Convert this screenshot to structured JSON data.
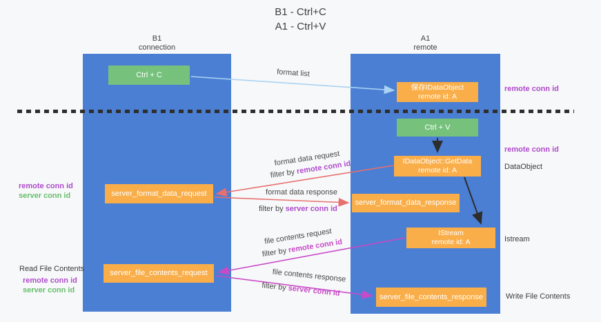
{
  "title": {
    "line1": "B1 - Ctrl+C",
    "line2": "A1 - Ctrl+V"
  },
  "lanes": {
    "left": {
      "name": "B1",
      "role": "connection"
    },
    "right": {
      "name": "A1",
      "role": "remote"
    }
  },
  "nodes": {
    "ctrl_c": {
      "label": "Ctrl + C"
    },
    "ctrl_v": {
      "label": "Ctrl + V"
    },
    "save_idataobject": {
      "line1": "保存IDataObject",
      "line2": "remote id: A"
    },
    "idataobject_getdata": {
      "line1": "IDataObject::GetData",
      "line2": "remote id: A"
    },
    "istream": {
      "line1": "IStream",
      "line2": "remote id: A"
    },
    "server_format_data_request": {
      "label": "server_format_data_request"
    },
    "server_format_data_response": {
      "label": "server_format_data_response"
    },
    "server_file_contents_request": {
      "label": "server_file_contents_request"
    },
    "server_file_contents_response": {
      "label": "server_file_contents_response"
    }
  },
  "edges": {
    "format_list": {
      "label": "format list"
    },
    "format_data_request": {
      "label": "format data request",
      "filter_prefix": "filter by",
      "filter_id": "remote conn id"
    },
    "format_data_response": {
      "label": "format data response",
      "filter_prefix": "filter by",
      "filter_id": "server conn id"
    },
    "file_contents_request": {
      "label": "file contents request",
      "filter_prefix": "filter by",
      "filter_id": "remote conn id"
    },
    "file_contents_response": {
      "label": "file contents response",
      "filter_prefix": "filter by",
      "filter_id": "server conn id"
    }
  },
  "side_labels": {
    "left_top_remote": "remote conn id",
    "left_top_server": "server conn id",
    "read_file_contents": "Read File Contents",
    "left_bottom_remote": "remote conn id",
    "left_bottom_server": "server conn id",
    "right_top_remote": "remote conn id",
    "right_mid_remote": "remote conn id",
    "dataobject": "DataObject",
    "istream": "Istream",
    "write_file_contents": "Write File Contents"
  },
  "colors": {
    "lane_blue": "#4a7fd3",
    "node_green": "#76c27d",
    "node_orange": "#f9ae49",
    "arrow_lightblue": "#a9d3f2",
    "arrow_red": "#e86f70",
    "arrow_magenta": "#c84ac8",
    "arrow_black": "#2d2d2d",
    "label_purple": "#ae4bcb",
    "label_green": "#67bd6c",
    "text_dark": "#3d3d3d",
    "background": "#f7f8f9"
  }
}
